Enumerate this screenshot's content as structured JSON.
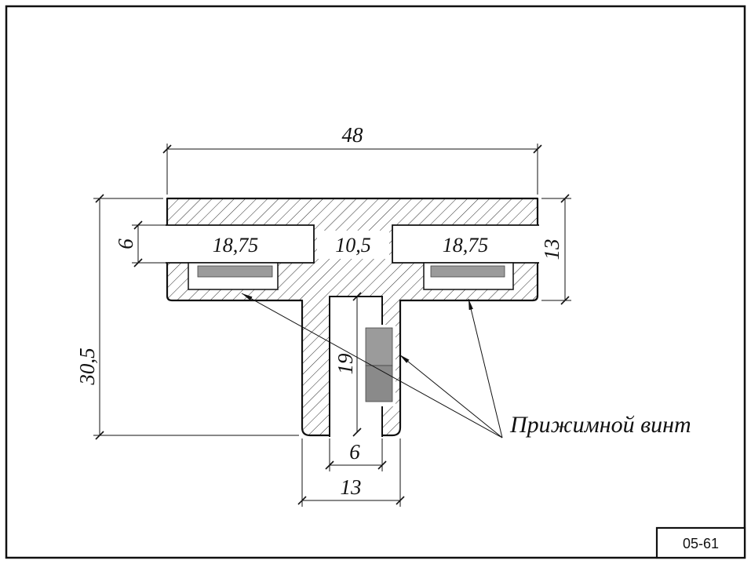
{
  "drawing": {
    "callout": {
      "label": "Прижимной винт"
    },
    "title_block": {
      "code": "05-61"
    },
    "dimensions": {
      "top_width": "48",
      "flange_height_right": "13",
      "slot_height_left": "6",
      "overall_height_left": "30,5",
      "left_slot_width": "18,75",
      "web_width": "10,5",
      "right_slot_width": "18,75",
      "groove_depth": "19",
      "groove_width_bottom": "6",
      "stem_width_bottom": "13"
    },
    "colors": {
      "line": "#111111",
      "screw": "#9b9b9b",
      "screw_dark": "#8a8a8a",
      "background": "#ffffff"
    }
  }
}
